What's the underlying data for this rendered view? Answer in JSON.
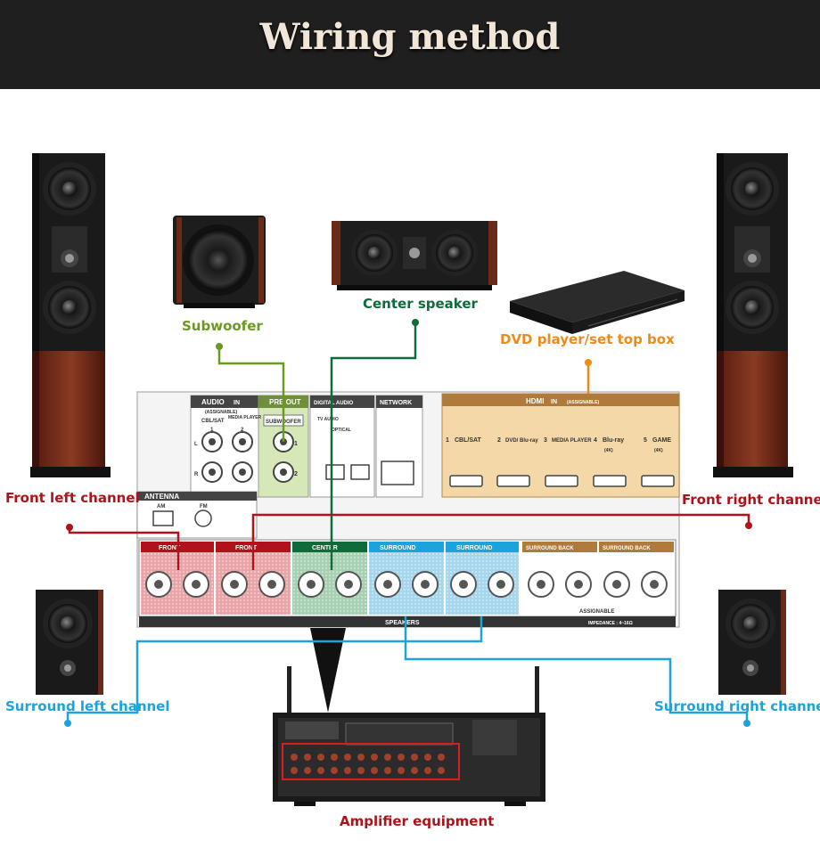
{
  "title": "Wiring method",
  "labels": {
    "subwoofer": "Subwoofer",
    "center_speaker": "Center speaker",
    "dvd_player": "DVD player/set top box",
    "front_left": "Front left channel",
    "front_right": "Front right channel",
    "surround_left": "Surround left channel",
    "surround_right": "Surround right channel",
    "amplifier": "Amplifier equipment"
  },
  "panel": {
    "audio_in": "AUDIO",
    "audio_in_badge": "IN",
    "assignable": "(ASSIGNABLE)",
    "cbl_sat": "CBL/SAT",
    "media_player": "MEDIA PLAYER",
    "num1": "1",
    "num2": "2",
    "l": "L",
    "r": "R",
    "pre_out": "PRE OUT",
    "subwoofer_tag": "SUBWOOFER",
    "digital_audio": "DIGITAL AUDIO",
    "tv_audio": "TV AUDIO",
    "optical": "OPTICAL",
    "network": "NETWORK",
    "hdmi": "HDMI",
    "hdmi_badge": "IN",
    "hdmi_assignable": "(ASSIGNABLE)",
    "hdmi_inputs": [
      {
        "num": "1",
        "name": "CBL/SAT",
        "sub": ""
      },
      {
        "num": "2",
        "name": "DVD/ Blu-ray",
        "sub": ""
      },
      {
        "num": "3",
        "name": "MEDIA PLAYER",
        "sub": ""
      },
      {
        "num": "4",
        "name": "Blu-ray",
        "sub": "(4K)"
      },
      {
        "num": "5",
        "name": "GAME",
        "sub": "(4K)"
      }
    ],
    "antenna": "ANTENNA",
    "am": "AM",
    "fm": "FM",
    "front_r": "FRONT",
    "front_l": "FRONT",
    "center": "CENTER",
    "surround_r": "SURROUND",
    "surround_l": "SURROUND",
    "surround_back_r": "SURROUND BACK",
    "surround_back_l": "SURROUND BACK",
    "assignable_sp": "ASSIGNABLE",
    "speakers": "SPEAKERS",
    "impedance": "IMPEDANCE : 4~16Ω"
  },
  "colors": {
    "red": "#b1121a",
    "green": "#6a9a1e",
    "dark_green": "#0f6b3a",
    "orange": "#ee8a1a",
    "blue": "#1aa3dd",
    "header_bg": "#1f1f1f"
  }
}
